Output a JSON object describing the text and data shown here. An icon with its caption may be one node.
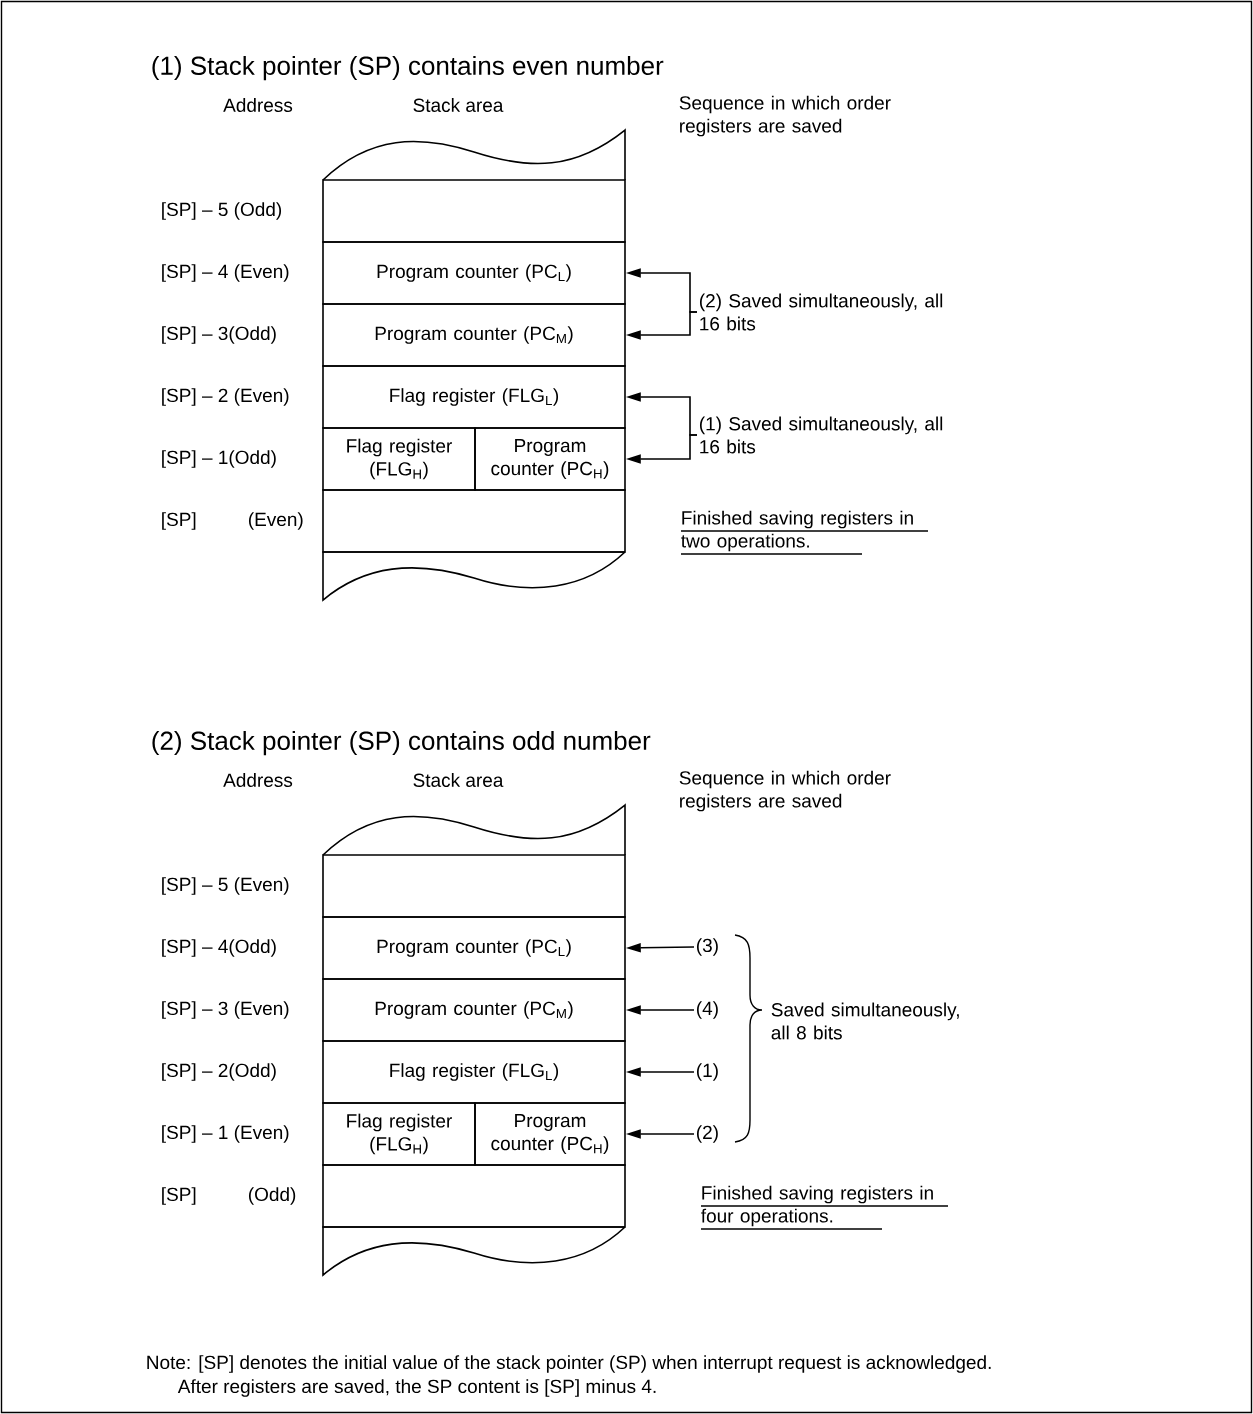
{
  "diagram": {
    "nodes": [
      {
        "text": [],
        "shape": "box"
      },
      {
        "text": [
          "Program counter (PC$_{L}$)"
        ]
      },
      {
        "text": [
          "Program counter (PC$_{M}$)"
        ]
      },
      {
        "text": [
          "Flag register (FLG$_{L}$)"
        ]
      },
      {
        "text": [
          "Flag register (FLG$_{H}$)"
        ]
      },
      {
        "text": [
          "Program counter (PC$_{H}$)"
        ]
      },
      {
        "text": [],
        "shape": "box"
      },
      {
        "text": [
          "(2) Saved simultaneously, all 16 bits"
        ]
      },
      {
        "text": [
          "(1) Saved simultaneously, all 16 bits"
        ]
      },
      {
        "text": [],
        "shape": "box"
      },
      {
        "text": [
          "Program counter (PC$_{L}$)"
        ]
      },
      {
        "text": [
          "Program counter (PC$_{M}$)"
        ]
      },
      {
        "text": [
          "Flag register (FLG$_{L}$)"
        ]
      },
      {
        "text": [
          "Flag register (FLG$_{H}$)"
        ]
      },
      {
        "text": [
          "Program counter (PC$_{H}$)"
        ]
      },
      {
        "text": [],
        "shape": "box"
      },
      {
        "text": [
          "(3)"
        ]
      },
      {
        "text": [
          "(4)"
        ]
      },
      {
        "text": [
          "(1)"
        ]
      },
      {
        "text": [
          "(2)"
        ]
      }
    ],
    "edges": [
      {
        "from": 7,
        "to": 1,
        "arrow": "to"
      },
      {
        "from": 7,
        "to": 2,
        "arrow": "to"
      },
      {
        "from": 8,
        "to": 3,
        "arrow": "to"
      },
      {
        "from": 8,
        "to": 5,
        "arrow": "to"
      },
      {
        "from": 16,
        "to": 10,
        "arrow": "to"
      },
      {
        "from": 17,
        "to": 11,
        "arrow": "to"
      },
      {
        "from": 18,
        "to": 12,
        "arrow": "to"
      },
      {
        "from": 19,
        "to": 14,
        "arrow": "to"
      }
    ],
    "labels": [
      "(1) Stack pointer (SP) contains even number",
      "Address",
      "Stack area",
      "Sequence in which order registers are saved",
      "[SP] – 5 (Odd)",
      "[SP] – 4 (Even)",
      "[SP] – 3(Odd)",
      "[SP] – 2 (Even)",
      "[SP] – 1(Odd)",
      "[SP]",
      "(Even)",
      "Finished saving registers in two operations.",
      "(2) Stack pointer (SP) contains odd number",
      "Address",
      "Stack area",
      "Sequence in which order registers are saved",
      "[SP] – 5 (Even)",
      "[SP] – 4(Odd)",
      "[SP] – 3 (Even)",
      "[SP] – 2(Odd)",
      "[SP] – 1 (Even)",
      "[SP]",
      "(Odd)",
      "Saved simultaneously, all 8 bits",
      "Finished saving registers in four operations.",
      "Note: [SP] denotes the initial value of the stack pointer (SP) when interrupt request is acknowledged.",
      "After registers are saved, the SP content is [SP] minus 4."
    ]
  }
}
